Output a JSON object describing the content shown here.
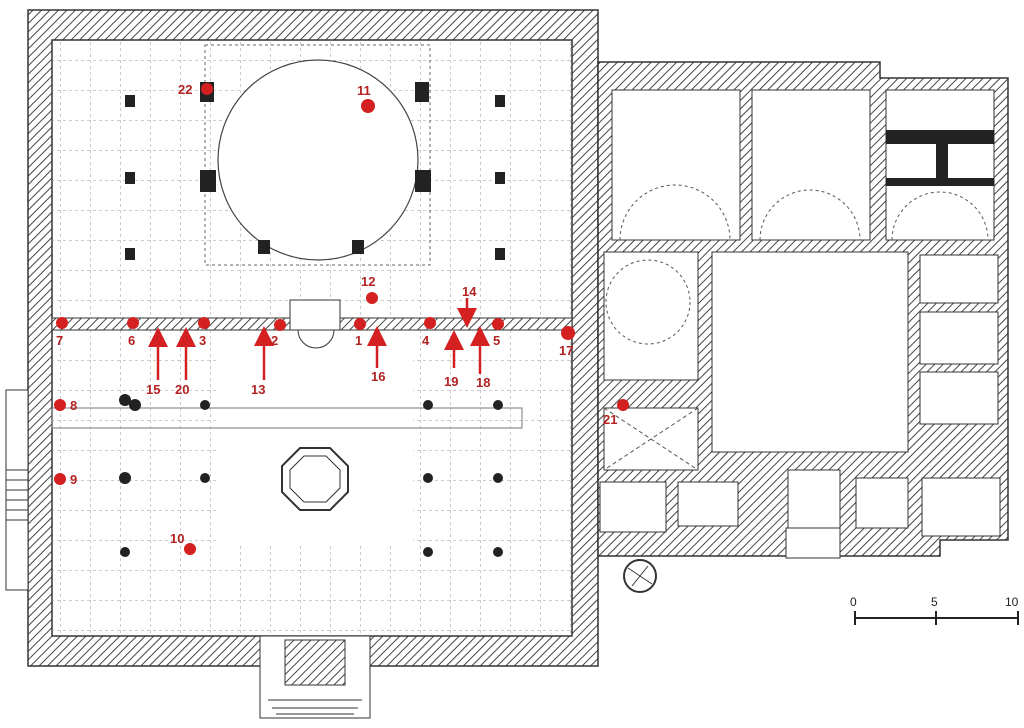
{
  "markers": [
    {
      "id": "m1",
      "label": "1"
    },
    {
      "id": "m2",
      "label": "2"
    },
    {
      "id": "m3",
      "label": "3"
    },
    {
      "id": "m4",
      "label": "4"
    },
    {
      "id": "m5",
      "label": "5"
    },
    {
      "id": "m6",
      "label": "6"
    },
    {
      "id": "m7",
      "label": "7"
    },
    {
      "id": "m8",
      "label": "8"
    },
    {
      "id": "m9",
      "label": "9"
    },
    {
      "id": "m10",
      "label": "10"
    },
    {
      "id": "m11",
      "label": "11"
    },
    {
      "id": "m12",
      "label": "12"
    },
    {
      "id": "m17",
      "label": "17"
    },
    {
      "id": "m21",
      "label": "21"
    },
    {
      "id": "m22",
      "label": "22"
    }
  ],
  "arrows": [
    {
      "id": "a13",
      "label": "13"
    },
    {
      "id": "a14",
      "label": "14"
    },
    {
      "id": "a15",
      "label": "15"
    },
    {
      "id": "a16",
      "label": "16"
    },
    {
      "id": "a18",
      "label": "18"
    },
    {
      "id": "a19",
      "label": "19"
    },
    {
      "id": "a20",
      "label": "20"
    }
  ],
  "scale": {
    "ticks": [
      "0",
      "5",
      "10"
    ]
  },
  "colors": {
    "marker": "#d42020",
    "wall": "#555555",
    "grid": "#9a9a9a"
  }
}
